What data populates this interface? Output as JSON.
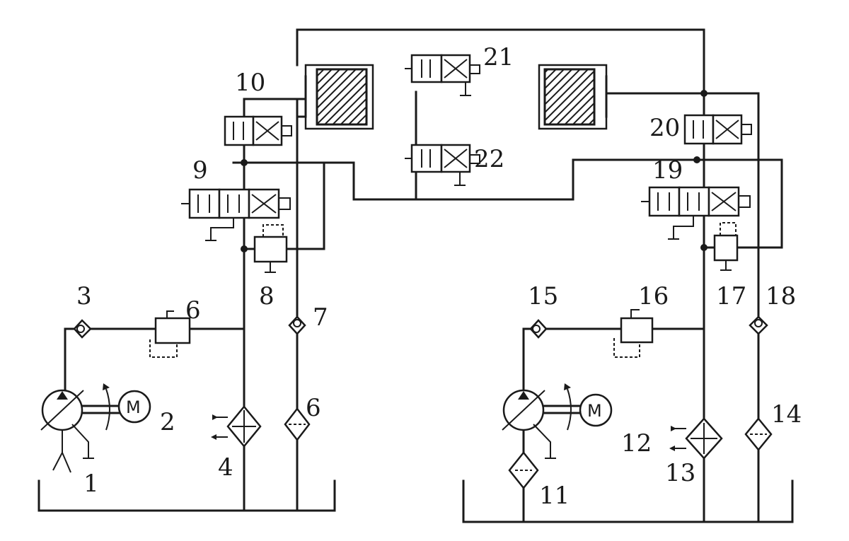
{
  "labels": {
    "l1": "1",
    "l2": "2",
    "l3": "3",
    "l4": "4",
    "l6a": "6",
    "l6b": "6",
    "l7": "7",
    "l8": "8",
    "l9": "9",
    "l10": "10",
    "l11": "11",
    "l12": "12",
    "l13": "13",
    "l14": "14",
    "l15": "15",
    "l16": "16",
    "l17": "17",
    "l18": "18",
    "l19": "19",
    "l20": "20",
    "l21": "21",
    "l22": "22"
  },
  "motor_symbol": "M",
  "colors": {
    "line": "#1a1a1a",
    "background": "#ffffff"
  }
}
